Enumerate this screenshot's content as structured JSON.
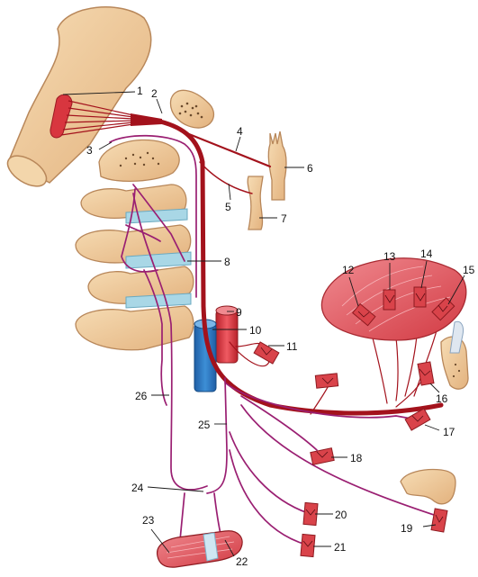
{
  "labels": [
    "1",
    "2",
    "3",
    "4",
    "5",
    "6",
    "7",
    "8",
    "9",
    "10",
    "11",
    "12",
    "13",
    "14",
    "15",
    "16",
    "17",
    "18",
    "19",
    "20",
    "21",
    "22",
    "23",
    "24",
    "25",
    "26"
  ],
  "colors": {
    "nerve_red": "#a3121c",
    "nerve_purple": "#9a1f72",
    "bone": "#eecb9d",
    "bone_outline": "#b8875a",
    "muscle": "#d9434a",
    "muscle_light": "#ee7b83",
    "disc": "#a9d7e6",
    "vein": "#2a78c2",
    "artery": "#d8363f",
    "leader": "#1a1a1a"
  }
}
